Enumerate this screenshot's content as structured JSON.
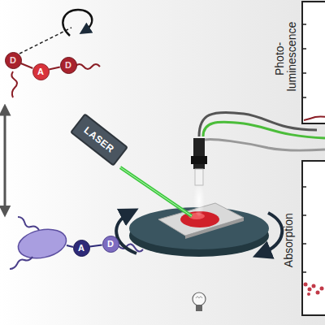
{
  "diagram": {
    "nodes": [
      {
        "text": [
          "D"
        ]
      },
      {
        "text": [
          "A"
        ]
      },
      {
        "text": [
          "D"
        ]
      },
      {
        "text": [
          "LASER"
        ]
      },
      {
        "text": [
          "A"
        ]
      },
      {
        "text": [
          "D"
        ]
      }
    ],
    "edges": [
      {
        "from": 0,
        "to": 1,
        "arrow": "none"
      },
      {
        "from": 1,
        "to": 2,
        "arrow": "none"
      },
      {
        "from": 4,
        "to": 5,
        "arrow": "none"
      }
    ],
    "labels": [
      "Photo- luminescence",
      "Absorption"
    ]
  }
}
